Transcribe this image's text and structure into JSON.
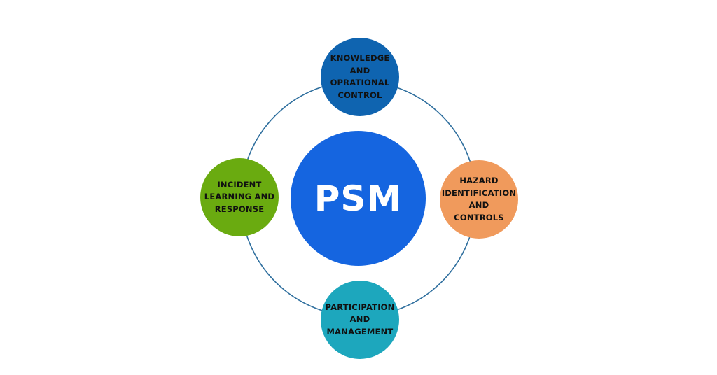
{
  "center": {
    "label": "PSM",
    "color": "#1565e0"
  },
  "ring": {
    "color": "#2f6f9e"
  },
  "nodes": {
    "top": {
      "label": "KNOWLEDGE\nAND\nOPRATIONAL\nCONTROL",
      "color": "#0f64b0"
    },
    "right": {
      "label": "HAZARD\nIDENTIFICATION\nAND\nCONTROLS",
      "color": "#f09a5c"
    },
    "bottom": {
      "label": "PARTICIPATION\nAND\nMANAGEMENT",
      "color": "#1da7bd"
    },
    "left": {
      "label": "INCIDENT\nLEARNING AND\nRESPONSE",
      "color": "#6aab10"
    }
  }
}
